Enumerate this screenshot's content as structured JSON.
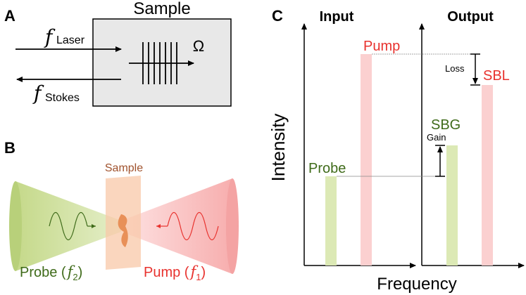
{
  "panel_a": {
    "panel_label": "A",
    "sample_title": "Sample",
    "f_symbol": "f",
    "laser_sub": "Laser",
    "stokes_sub": "Stokes",
    "omega": "Ω"
  },
  "panel_b": {
    "panel_label": "B",
    "sample_label": "Sample",
    "probe_prefix": "Probe (",
    "probe_sym": "f",
    "probe_sub": "2",
    "probe_suffix": ")",
    "pump_prefix": "Pump (",
    "pump_sym": "f",
    "pump_sub": "1",
    "pump_suffix": ")"
  },
  "panel_c": {
    "panel_label": "C",
    "input_title": "Input",
    "output_title": "Output",
    "y_axis": "Intensity",
    "x_axis": "Frequency",
    "pump": "Pump",
    "probe": "Probe",
    "sbg": "SBG",
    "sbl": "SBL",
    "gain": "Gain",
    "loss": "Loss"
  },
  "colors": {
    "pump": "#e8322e",
    "probe": "#3f6b1a",
    "pump_bar": "#fbd0d0",
    "probe_bar": "#dce9b5",
    "sample_text": "#a0522d",
    "sample_box": "#e8e8e8"
  }
}
